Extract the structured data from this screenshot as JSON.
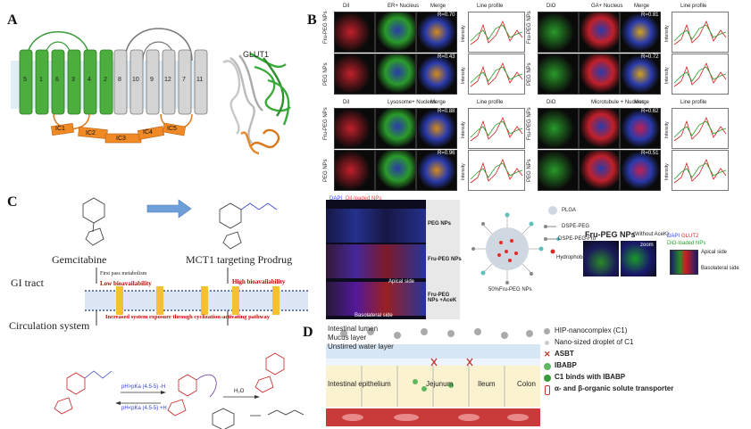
{
  "panelA": {
    "label": "A",
    "helices_left": [
      "5",
      "1",
      "6",
      "3",
      "4",
      "2"
    ],
    "helices_right": [
      "8",
      "10",
      "9",
      "12",
      "7",
      "11"
    ],
    "loops": [
      "IC1",
      "IC2",
      "IC3",
      "IC4",
      "IC5"
    ],
    "protein_label": "GLUT1"
  },
  "panelB": {
    "label": "B",
    "blocks": [
      {
        "stain": "DiI",
        "organelle": "ER+ Nucleus",
        "merge": "Merge",
        "profile": "Line profile",
        "rows": [
          {
            "name": "Fru-PEG NPs",
            "r": "R=0.70"
          },
          {
            "name": "PEG NPs",
            "r": "R=0.43"
          }
        ]
      },
      {
        "stain": "DiO",
        "organelle": "GA+ Nucleus",
        "merge": "Merge",
        "profile": "Line profile",
        "rows": [
          {
            "name": "Fru-PEG NPs",
            "r": "R=0.81"
          },
          {
            "name": "PEG NPs",
            "r": "R=0.72"
          }
        ]
      },
      {
        "stain": "DiI",
        "organelle": "Lysosome+ Nucleus",
        "merge": "Merge",
        "profile": "Line profile",
        "rows": [
          {
            "name": "Fru-PEG NPs",
            "r": "R=0.88"
          },
          {
            "name": "PEG NPs",
            "r": "R=0.96"
          }
        ]
      },
      {
        "stain": "DiO",
        "organelle": "Microtubule + Nucleus",
        "merge": "Merge",
        "profile": "Line profile",
        "rows": [
          {
            "name": "Fru-PEG NPs",
            "r": "R=0.62"
          },
          {
            "name": "PEG NPs",
            "r": "R=0.51"
          }
        ]
      }
    ],
    "axis_label": "Intensity"
  },
  "panelC": {
    "label": "C",
    "drug": "Gemcitabine",
    "prodrug": "MCT1 targeting Prodrug",
    "gi_tract": "GI tract",
    "circulation": "Circulation system",
    "first_pass": "First pass metabolism",
    "low_bio": "Low bioavailability",
    "high_bio": "High bioavailability",
    "increased": "Increased system exposure through cyclization-activating pathway",
    "ph_lower": "pH<pKa (4.5-5) +H",
    "ph_upper": "pH>pKa (4.5-5) -H",
    "water": "H₂O"
  },
  "panelE": {
    "dapi": "DAPI",
    "dii": "DiI-loaded NPs",
    "rows": [
      "PEG NPs",
      "Fru-PEG NPs",
      "Fru-PEG NPs +AceK"
    ],
    "apical": "Apical side",
    "basolateral": "Basolateral side",
    "np_label": "50%Fru-PEG NPs",
    "legend": [
      "PLGA",
      "DSPE-PEG",
      "DSPE-PEG-Fru",
      "Hydrophobic Dye"
    ],
    "fru_title": "Fru-PEG NPs",
    "fru_sub": "(Without AceK)",
    "zoom": "zoom",
    "side_legend": [
      "DAPI",
      "GLUT2",
      "DiO-loaded NPs"
    ],
    "apical2": "Apical side",
    "basolateral2": "Basolateral side"
  },
  "panelD": {
    "label": "D",
    "layers": [
      "Intestinal lumen",
      "Mucus layer",
      "Unstirred water layer",
      "Intestinal epithelium"
    ],
    "segments": [
      "Jejunum",
      "Ileum",
      "Colon"
    ],
    "legend": [
      "HIP-nanocomplex (C1)",
      "Nano-sized droplet of C1",
      "ASBT",
      "IBABP",
      "C1 binds with IBABP",
      "α- and β-organic solute transporter"
    ]
  }
}
